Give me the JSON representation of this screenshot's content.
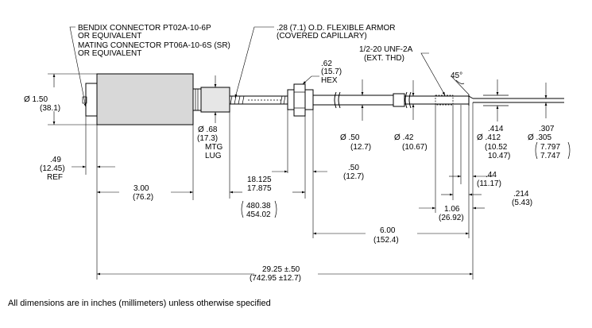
{
  "labels": {
    "bendix_1": "BENDIX CONNECTOR PT02A-10-6P",
    "bendix_2": "OR EQUIVALENT",
    "mating_1": "MATING CONNECTOR PT06A-10-6S (SR)",
    "mating_2": "OR EQUIVALENT",
    "armor_1": ".28 (7.1) O.D. FLEXIBLE ARMOR",
    "armor_2": "(COVERED CAPILLARY)",
    "hex_1": ".62",
    "hex_2": "(15.7)",
    "hex_3": "HEX",
    "thread_1": "1/2-20 UNF-2A",
    "thread_2": "(EXT. THD)",
    "angle": "45°"
  },
  "dims": {
    "dia_body_in": "Ø  1.50",
    "dia_body_mm": "(38.1)",
    "mtg_1": "Ø .68",
    "mtg_2": "(17.3)",
    "mtg_3": "MTG",
    "mtg_4": "LUG",
    "dia50_in": "Ø  .50",
    "dia50_mm": "(12.7)",
    "dia42_in": "Ø  .42",
    "dia42_mm": "(10.67)",
    "d414": ".414",
    "d412": "Ø  .412",
    "d1052": "(10.52",
    "d1047": "10.47)",
    "d307": ".307",
    "d305": "Ø  .305",
    "d7797": "7.797",
    "d7747": "7.747",
    "ref_in": ".49",
    "ref_mm": "(12.45)",
    "ref_lbl": "REF",
    "len300_in": "3.00",
    "len300_mm": "(76.2)",
    "len18125": "18.125",
    "len17875": "17.875",
    "len48038": "480.38",
    "len45402": "454.02",
    "len50_in": ".50",
    "len50_mm": "(12.7)",
    "len44_in": ".44",
    "len44_mm": "(11.17)",
    "len214_in": ".214",
    "len214_mm": "(5.43)",
    "len106_in": "1.06",
    "len106_mm": "(26.92)",
    "len600_in": "6.00",
    "len600_mm": "(152.4)",
    "total_in": "29.25 ±.50",
    "total_mm": "(742.95 ±12.7)"
  },
  "footnote": "All dimensions are in inches (millimeters) unless otherwise specified"
}
